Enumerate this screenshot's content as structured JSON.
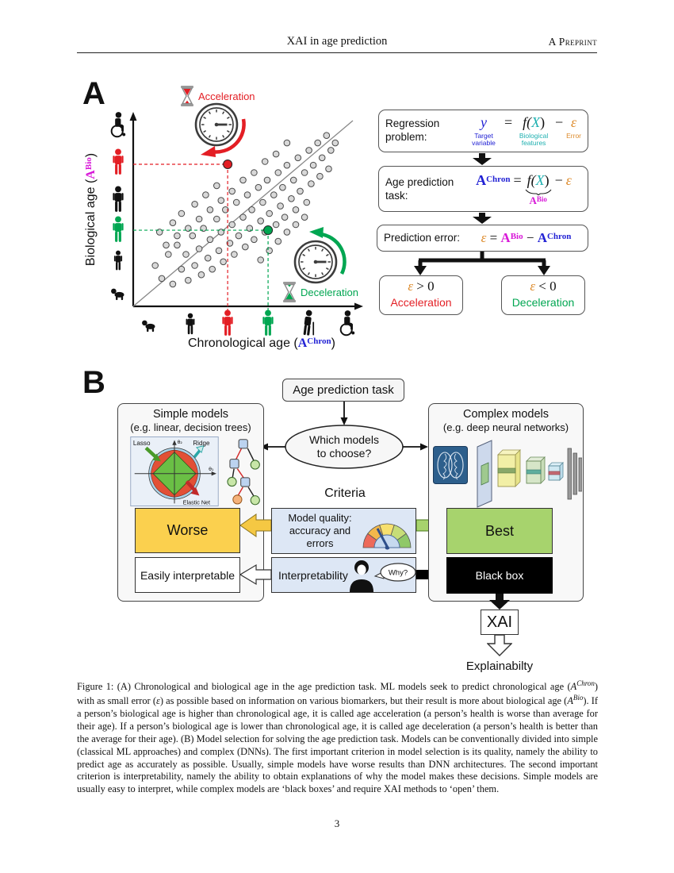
{
  "header": {
    "center": "XAI in age prediction",
    "right": "A Preprint"
  },
  "footer": {
    "page_number": "3"
  },
  "colors": {
    "red": "#e31e24",
    "green": "#00a651",
    "blue": "#2222d4",
    "magenta": "#d818d8",
    "teal": "#1fb0b0",
    "orange": "#dd8a2a",
    "worse": "#fbd04e",
    "best": "#a7d36d",
    "criteria_bg": "#dde7f5",
    "dot_fill": "#d8d8d8"
  },
  "partA": {
    "panel_label": "A",
    "acceleration": "Acceleration",
    "deceleration": "Deceleration",
    "xaxis": {
      "pre": "Chronological age (",
      "var": "A",
      "sup": "Chron",
      "post": ")"
    },
    "yaxis": {
      "pre": "Biological age (",
      "var": "A",
      "sup": "Bio",
      "post": ")"
    },
    "scatter": {
      "red_point": [
        0.43,
        0.765
      ],
      "green_point": [
        0.614,
        0.41
      ],
      "points": [
        [
          0.1,
          0.22
        ],
        [
          0.13,
          0.15
        ],
        [
          0.16,
          0.28
        ],
        [
          0.18,
          0.12
        ],
        [
          0.2,
          0.33
        ],
        [
          0.22,
          0.2
        ],
        [
          0.24,
          0.28
        ],
        [
          0.25,
          0.14
        ],
        [
          0.27,
          0.38
        ],
        [
          0.28,
          0.22
        ],
        [
          0.3,
          0.31
        ],
        [
          0.31,
          0.17
        ],
        [
          0.32,
          0.42
        ],
        [
          0.34,
          0.26
        ],
        [
          0.35,
          0.36
        ],
        [
          0.36,
          0.2
        ],
        [
          0.38,
          0.47
        ],
        [
          0.39,
          0.3
        ],
        [
          0.4,
          0.4
        ],
        [
          0.41,
          0.24
        ],
        [
          0.42,
          0.52
        ],
        [
          0.44,
          0.34
        ],
        [
          0.45,
          0.44
        ],
        [
          0.46,
          0.28
        ],
        [
          0.47,
          0.56
        ],
        [
          0.48,
          0.38
        ],
        [
          0.5,
          0.48
        ],
        [
          0.51,
          0.32
        ],
        [
          0.52,
          0.6
        ],
        [
          0.53,
          0.42
        ],
        [
          0.54,
          0.52
        ],
        [
          0.55,
          0.36
        ],
        [
          0.57,
          0.64
        ],
        [
          0.58,
          0.46
        ],
        [
          0.59,
          0.56
        ],
        [
          0.6,
          0.4
        ],
        [
          0.61,
          0.68
        ],
        [
          0.62,
          0.5
        ],
        [
          0.64,
          0.6
        ],
        [
          0.65,
          0.44
        ],
        [
          0.66,
          0.72
        ],
        [
          0.67,
          0.54
        ],
        [
          0.68,
          0.64
        ],
        [
          0.69,
          0.48
        ],
        [
          0.7,
          0.76
        ],
        [
          0.72,
          0.58
        ],
        [
          0.73,
          0.68
        ],
        [
          0.74,
          0.52
        ],
        [
          0.75,
          0.8
        ],
        [
          0.76,
          0.62
        ],
        [
          0.78,
          0.72
        ],
        [
          0.79,
          0.56
        ],
        [
          0.8,
          0.84
        ],
        [
          0.81,
          0.66
        ],
        [
          0.82,
          0.76
        ],
        [
          0.84,
          0.88
        ],
        [
          0.85,
          0.7
        ],
        [
          0.86,
          0.8
        ],
        [
          0.88,
          0.92
        ],
        [
          0.89,
          0.74
        ],
        [
          0.9,
          0.84
        ],
        [
          0.92,
          0.88
        ],
        [
          0.35,
          0.52
        ],
        [
          0.3,
          0.47
        ],
        [
          0.25,
          0.42
        ],
        [
          0.2,
          0.38
        ],
        [
          0.15,
          0.33
        ],
        [
          0.45,
          0.62
        ],
        [
          0.5,
          0.68
        ],
        [
          0.55,
          0.72
        ],
        [
          0.6,
          0.78
        ],
        [
          0.65,
          0.82
        ],
        [
          0.7,
          0.88
        ],
        [
          0.4,
          0.57
        ],
        [
          0.12,
          0.4
        ],
        [
          0.18,
          0.45
        ],
        [
          0.22,
          0.5
        ],
        [
          0.28,
          0.55
        ],
        [
          0.33,
          0.6
        ],
        [
          0.38,
          0.65
        ],
        [
          0.58,
          0.25
        ],
        [
          0.62,
          0.3
        ],
        [
          0.66,
          0.35
        ],
        [
          0.7,
          0.4
        ],
        [
          0.74,
          0.44
        ],
        [
          0.78,
          0.48
        ]
      ]
    },
    "regression": {
      "label": "Regression problem:",
      "y": "y",
      "eq": "=",
      "fopen": "f(",
      "X": "X",
      "fclose": ")",
      "minus": "−",
      "eps": "ε",
      "target": "Target variable",
      "bio": "Biological features",
      "err": "Error"
    },
    "age_task": {
      "label": "Age prediction task:",
      "A": "A",
      "Asup": "Chron",
      "eq": "=",
      "fopen": "f(",
      "X": "X",
      "fclose": ")",
      "minus": "−",
      "eps": "ε",
      "braceA": "A",
      "braceSup": "Bio"
    },
    "pred_error": {
      "label": "Prediction error:",
      "eps": "ε",
      "eq": "=",
      "A1": "A",
      "sup1": "Bio",
      "minus": "−",
      "A2": "A",
      "sup2": "Chron"
    },
    "eps_pos": {
      "eps": "ε",
      "rest": " > 0",
      "label": "Acceleration"
    },
    "eps_neg": {
      "eps": "ε",
      "rest": " < 0",
      "label": "Deceleration"
    }
  },
  "partB": {
    "panel_label": "B",
    "age_task_box": "Age prediction task",
    "question_l1": "Which models",
    "question_l2": "to choose?",
    "simple_title": "Simple models",
    "simple_sub": "(e.g. linear, decision trees)",
    "complex_title": "Complex models",
    "complex_sub": "(e.g. deep neural networks)",
    "criteria": "Criteria",
    "quality_l1": "Model quality:",
    "quality_l2": "accuracy and",
    "quality_l3": "errors",
    "interpretability": "Interpretability",
    "why": "Why?",
    "worse": "Worse",
    "best": "Best",
    "easy": "Easily interpretable",
    "blackbox": "Black box",
    "xai": "XAI",
    "explainability": "Explainabilty",
    "reg": {
      "lasso": "Lasso",
      "ridge": "Ridge",
      "elastic": "Elastic Net",
      "t1": "θ₁",
      "t2": "θ₂"
    }
  },
  "caption": {
    "segments": [
      {
        "t": "Figure 1: (A) Chronological and biological age in the age prediction task. ML models seek to predict chronological age (",
        "s": "p"
      },
      {
        "t": "A",
        "s": "i"
      },
      {
        "t": "Chron",
        "s": "is"
      },
      {
        "t": ") with as small error (",
        "s": "p"
      },
      {
        "t": "ε",
        "s": "i"
      },
      {
        "t": ") as possible based on information on various biomarkers, but their result is more about biological age (",
        "s": "p"
      },
      {
        "t": "A",
        "s": "i"
      },
      {
        "t": "Bio",
        "s": "is"
      },
      {
        "t": "). If a person’s biological age is higher than chronological age, it is called age acceleration (a person’s health is worse than average for their age). If a person’s biological age is lower than chronological age, it is called age deceleration (a person’s health is better than the average for their age). (B) Model selection for solving the age prediction task. Models can be conventionally divided into simple (classical ML approaches) and complex (DNNs). The first important criterion in model selection is its quality, namely the ability to predict age as accurately as possible. Usually, simple models have worse results than DNN architectures. The second important criterion is interpretability, namely the ability to obtain explanations of why the model makes these decisions. Simple models are usually easy to interpret, while complex models are ‘black boxes’ and require XAI methods to ‘open’ them.",
        "s": "p"
      }
    ]
  }
}
